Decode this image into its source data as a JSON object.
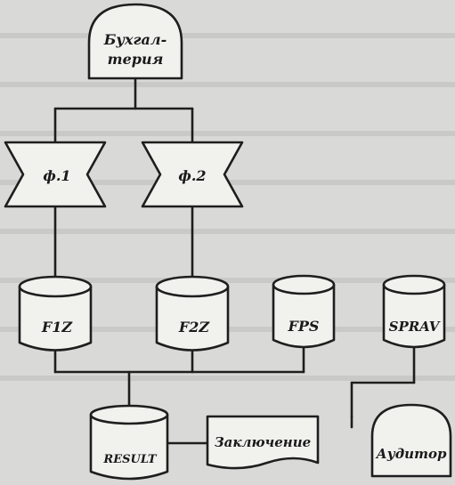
{
  "nodes": {
    "accounting": {
      "line1": "Бухгал-",
      "line2": "терия"
    },
    "form1": {
      "label": "ф.1"
    },
    "form2": {
      "label": "ф.2"
    },
    "f1z": {
      "label": "F1Z"
    },
    "f2z": {
      "label": "F2Z"
    },
    "fps": {
      "label": "FPS"
    },
    "sprav": {
      "label": "SPRAV"
    },
    "result": {
      "label": "RESULT"
    },
    "conclusion": {
      "label": "Заключение"
    },
    "auditor": {
      "label": "Аудитор"
    }
  }
}
